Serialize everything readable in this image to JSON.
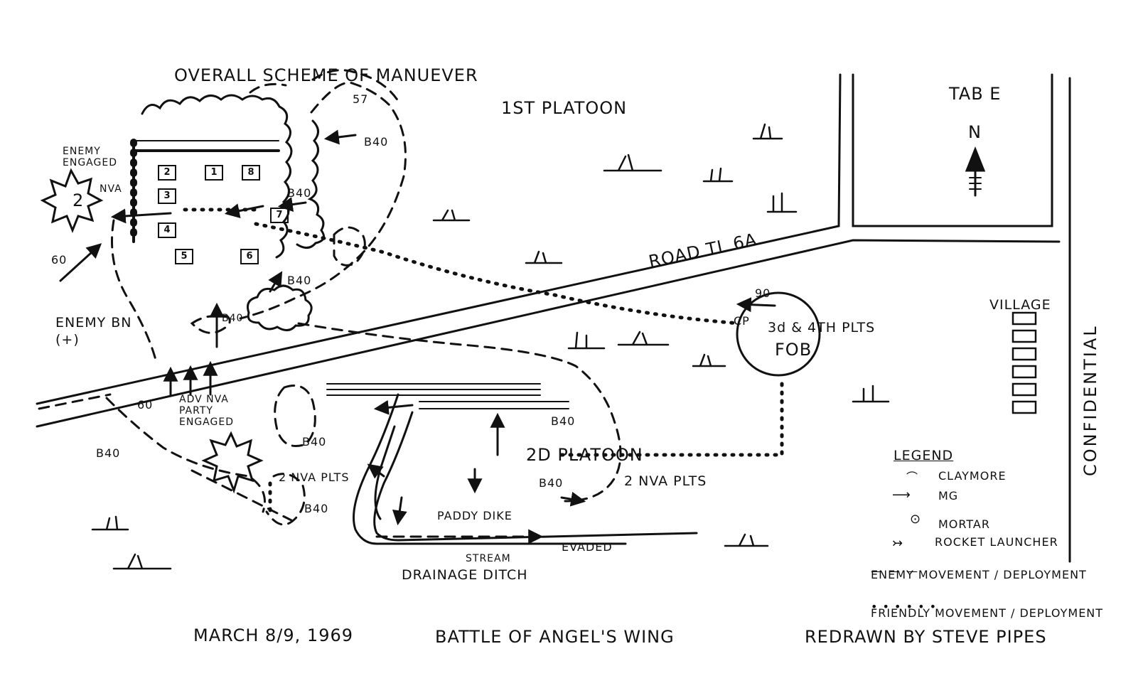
{
  "title": "OVERALL SCHEME OF MANUEVER",
  "subtitle": "1ST PLATOON",
  "tab": "TAB E",
  "north": "N",
  "classification": "CONFIDENTIAL",
  "footer": {
    "date": "MARCH 8/9, 1969",
    "battle": "BATTLE OF ANGEL'S WING",
    "credit": "REDRAWN BY STEVE PIPES"
  },
  "labels": {
    "enemy_engaged": "ENEMY ENGAGED",
    "nva_count": "2",
    "nva": "NVA",
    "enemy_bn": "ENEMY BN (+)",
    "mortar_60_left": "60",
    "mortar_60_road": "60",
    "b40_top": "B40",
    "b40_pos7": "B40",
    "b40_bush": "B40",
    "b40_tree": "B40",
    "b40_left": "B40",
    "b40_adv": "B40",
    "b40_bottom": "B40",
    "b40_right": "B40",
    "b40_dike": "B40",
    "num_57": "57",
    "road": "ROAD TL 6A",
    "range_90": "90",
    "cp": "CP",
    "plts_34": "3d & 4TH PLTS",
    "fob": "FOB",
    "village": "VILLAGE",
    "adv_party": "ADV NVA PARTY ENGAGED",
    "nva_plts_left": "2 NVA PLTS",
    "platoon_2": "2D PLATOON",
    "nva_plts_right": "2 NVA PLTS",
    "paddy_dike": "PADDY DIKE",
    "evaded": "EVADED",
    "stream": "STREAM",
    "drainage_ditch": "DRAINAGE DITCH"
  },
  "positions": [
    "2",
    "1",
    "8",
    "3",
    "4",
    "5",
    "6",
    "7"
  ],
  "legend": {
    "title": "LEGEND",
    "items": [
      {
        "symbol": "claymore-icon",
        "label": "CLAYMORE"
      },
      {
        "symbol": "mg-arrow-icon",
        "label": "MG"
      },
      {
        "symbol": "mortar-icon",
        "label": "MORTAR"
      },
      {
        "symbol": "rocket-launcher-icon",
        "label": "ROCKET LAUNCHER"
      },
      {
        "symbol": "dashed-line-icon",
        "label": "ENEMY MOVEMENT / DEPLOYMENT"
      },
      {
        "symbol": "dotted-line-icon",
        "label": "FRIENDLY MOVEMENT / DEPLOYMENT"
      }
    ]
  }
}
